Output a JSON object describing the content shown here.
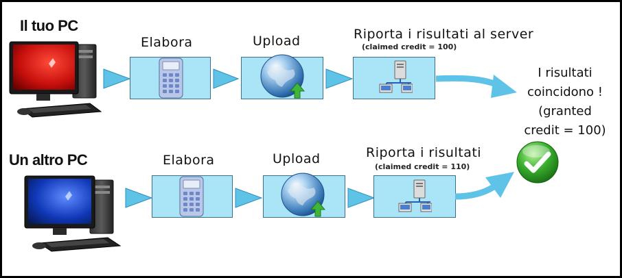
{
  "colors": {
    "box_fill": "#a9e4f7",
    "box_border": "#3a6f8a",
    "arrow": "#5fc3e8",
    "check_green": "#2aa02a"
  },
  "row_top": {
    "pc_label": "Il tuo PC",
    "steps": [
      "Elabora",
      "Upload",
      "Riporta i risultati al server"
    ],
    "claimed": "(claimed credit = 100)"
  },
  "row_bottom": {
    "pc_label": "Un altro PC",
    "steps": [
      "Elabora",
      "Upload",
      "Riporta i risultati"
    ],
    "claimed": "(claimed credit = 110)"
  },
  "result": {
    "line1": "I risultati",
    "line2": "coincidono !",
    "line3": "(granted",
    "line4": "credit = 100)"
  },
  "icons": {
    "pc": "desktop-computer-icon",
    "compute": "calculator-icon",
    "upload": "globe-upload-icon",
    "report": "network-server-icon",
    "result": "green-checkmark-icon"
  }
}
